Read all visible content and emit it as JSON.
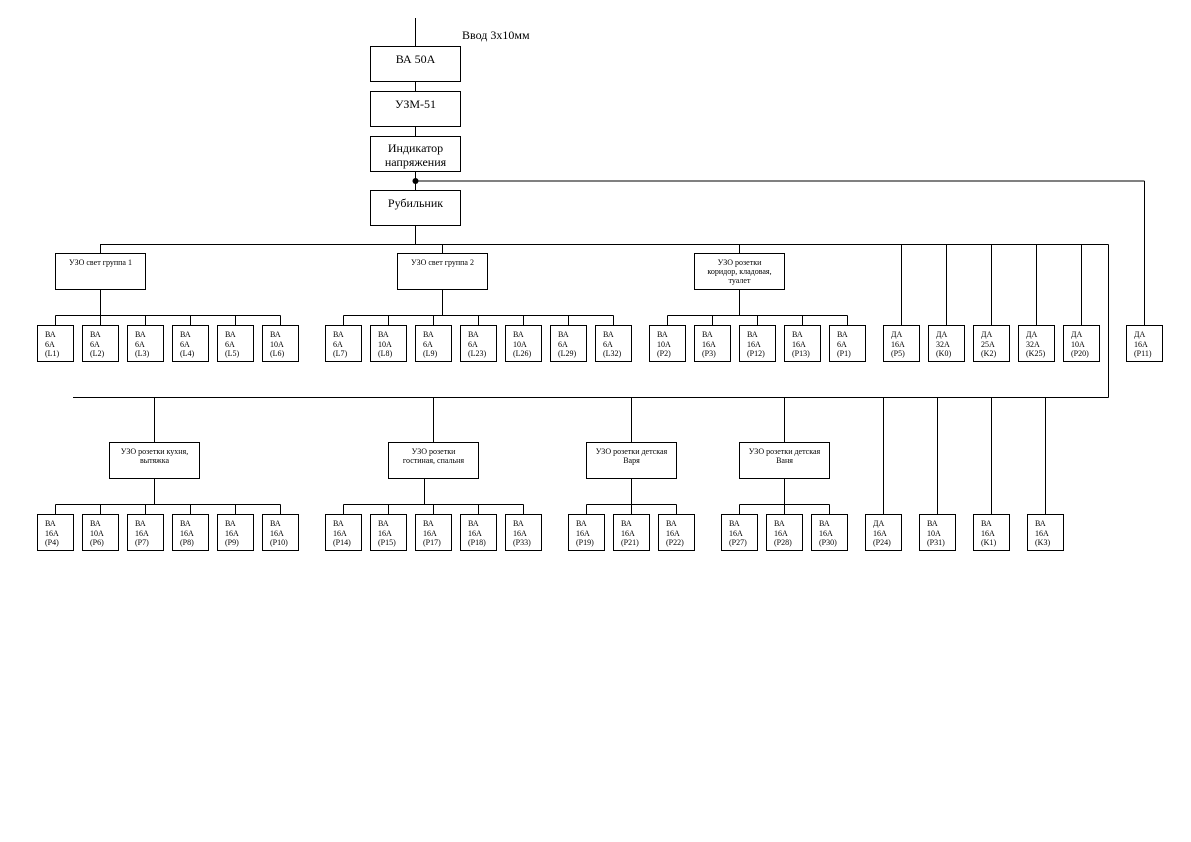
{
  "input_label": "Ввод 3х10мм",
  "main_chain": {
    "breaker": "ВА 50А",
    "uzm": "УЗМ-51",
    "indicator": [
      "Индикатор",
      "напряжения"
    ],
    "switch": "Рубильник"
  },
  "rcd_groups": [
    {
      "id": "light1",
      "lines": [
        "УЗО свет группа 1"
      ],
      "breakers": [
        [
          "ВА",
          "6А",
          "(L1)"
        ],
        [
          "ВА",
          "6А",
          "(L2)"
        ],
        [
          "ВА",
          "6А",
          "(L3)"
        ],
        [
          "ВА",
          "6А",
          "(L4)"
        ],
        [
          "ВА",
          "6А",
          "(L5)"
        ],
        [
          "ВА",
          "10А",
          "(L6)"
        ]
      ]
    },
    {
      "id": "light2",
      "lines": [
        "УЗО свет группа 2"
      ],
      "breakers": [
        [
          "ВА",
          "6А",
          "(L7)"
        ],
        [
          "ВА",
          "10А",
          "(L8)"
        ],
        [
          "ВА",
          "6А",
          "(L9)"
        ],
        [
          "ВА",
          "6А",
          "(L23)"
        ],
        [
          "ВА",
          "10А",
          "(L26)"
        ],
        [
          "ВА",
          "6А",
          "(L29)"
        ],
        [
          "ВА",
          "6А",
          "(L32)"
        ]
      ]
    },
    {
      "id": "sock-corridor",
      "lines": [
        "УЗО розетки",
        "коридор, кладовая,",
        "туалет"
      ],
      "breakers": [
        [
          "ВА",
          "10А",
          "(P2)"
        ],
        [
          "ВА",
          "16А",
          "(P3)"
        ],
        [
          "ВА",
          "16А",
          "(P12)"
        ],
        [
          "ВА",
          "16А",
          "(P13)"
        ],
        [
          "ВА",
          "6А",
          "(P1)"
        ]
      ]
    },
    {
      "id": "sock-kitchen",
      "lines": [
        "УЗО розетки кухня,",
        "вытяжка"
      ],
      "breakers": [
        [
          "ВА",
          "16А",
          "(P4)"
        ],
        [
          "ВА",
          "10А",
          "(P6)"
        ],
        [
          "ВА",
          "16А",
          "(P7)"
        ],
        [
          "ВА",
          "16А",
          "(P8)"
        ],
        [
          "ВА",
          "16А",
          "(P9)"
        ],
        [
          "ВА",
          "16А",
          "(P10)"
        ]
      ]
    },
    {
      "id": "sock-living",
      "lines": [
        "УЗО розетки",
        "гостиная, спальня"
      ],
      "breakers": [
        [
          "ВА",
          "16А",
          "(P14)"
        ],
        [
          "ВА",
          "16А",
          "(P15)"
        ],
        [
          "ВА",
          "16А",
          "(P17)"
        ],
        [
          "ВА",
          "16А",
          "(P18)"
        ],
        [
          "ВА",
          "16А",
          "(P33)"
        ]
      ]
    },
    {
      "id": "sock-varya",
      "lines": [
        "УЗО розетки детская",
        "Варя"
      ],
      "breakers": [
        [
          "ВА",
          "16А",
          "(P19)"
        ],
        [
          "ВА",
          "16А",
          "(P21)"
        ],
        [
          "ВА",
          "16А",
          "(P22)"
        ]
      ]
    },
    {
      "id": "sock-vanya",
      "lines": [
        "УЗО розетки детская",
        "Ваня"
      ],
      "breakers": [
        [
          "ВА",
          "16А",
          "(P27)"
        ],
        [
          "ВА",
          "16А",
          "(P28)"
        ],
        [
          "ВА",
          "16А",
          "(P30)"
        ]
      ]
    }
  ],
  "standalone_row1": [
    [
      "ДА",
      "16А",
      "(P5)"
    ],
    [
      "ДА",
      "32А",
      "(K0)"
    ],
    [
      "ДА",
      "25А",
      "(K2)"
    ],
    [
      "ДА",
      "32А",
      "(K25)"
    ],
    [
      "ДА",
      "10А",
      "(P20)"
    ]
  ],
  "standalone_row2": [
    [
      "ДА",
      "16А",
      "(P24)"
    ],
    [
      "ВА",
      "10А",
      "(P31)"
    ],
    [
      "ВА",
      "16А",
      "(K1)"
    ],
    [
      "ВА",
      "16А",
      "(K3)"
    ]
  ],
  "bypass_breaker": [
    "ДА",
    "16А",
    "(P11)"
  ]
}
